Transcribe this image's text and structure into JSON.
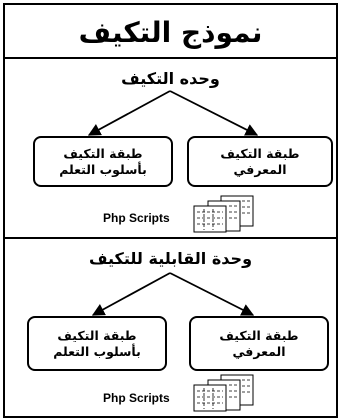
{
  "title": "نموذج التكيف",
  "sections": [
    {
      "title": "وحده التكيف",
      "box_left": "طبقة التكيف بأسلوب التعلم",
      "box_right": "طبقة التكيف المعرفي",
      "scripts_label": "Php Scripts"
    },
    {
      "title": "وحدة القابلية للتكيف",
      "box_left": "طبقة التكيف بأسلوب التعلم",
      "box_right": "طبقة التكيف المعرفي",
      "scripts_label": "Php Scripts"
    }
  ]
}
